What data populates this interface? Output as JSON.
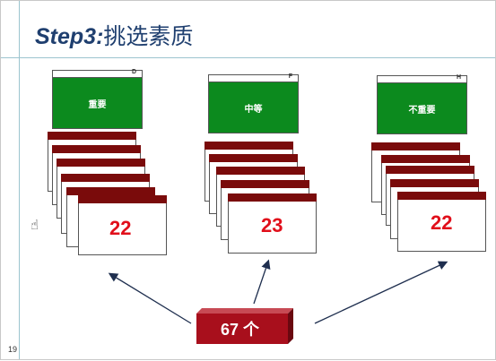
{
  "title": {
    "en": "Step3:",
    "zh": "挑选素质"
  },
  "page_number": "19",
  "groups": [
    {
      "label": "重要",
      "tab_letter": "D",
      "count": "22"
    },
    {
      "label": "中等",
      "tab_letter": "F",
      "count": "23"
    },
    {
      "label": "不重要",
      "tab_letter": "H",
      "count": "22"
    }
  ],
  "total": {
    "label": "67 个"
  },
  "colors": {
    "green": "#0c8a1e",
    "dark_red": "#7a0b0b",
    "count_red": "#e10f1b",
    "title": "#1f3f6f",
    "box": "#a80f1c"
  }
}
